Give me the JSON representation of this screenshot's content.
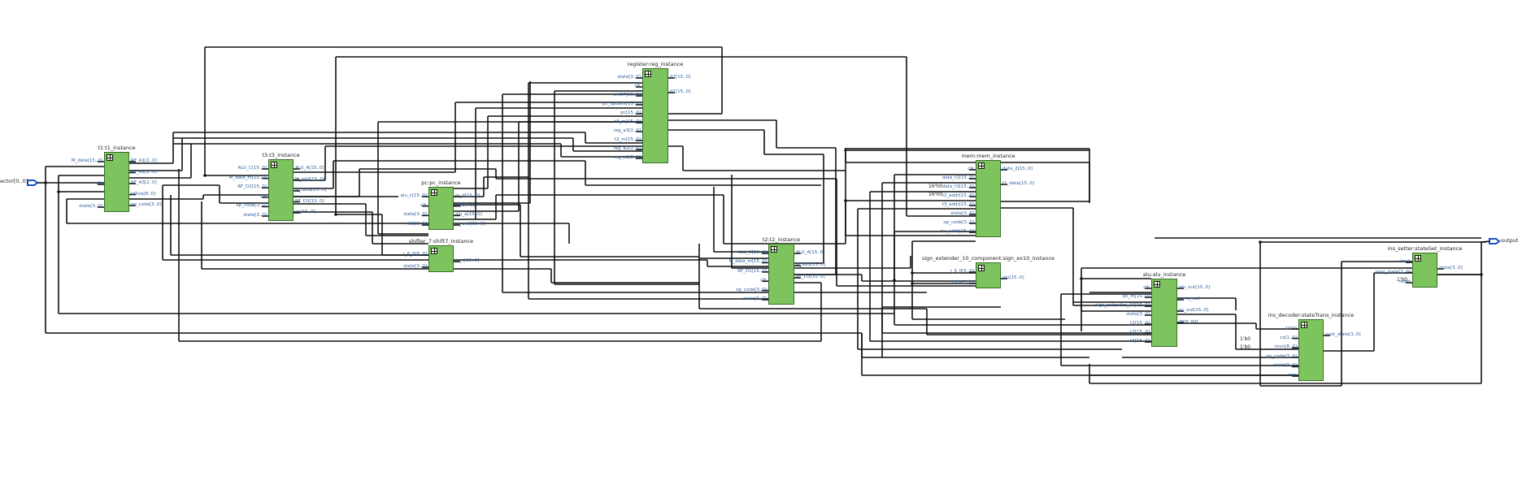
{
  "top_ports": {
    "input_label": "ector[0..0]",
    "output_label": "output"
  },
  "blocks": [
    {
      "id": "t1",
      "title": "t1:t1_instance",
      "inputs": [
        "M_data[15..0]",
        "clk",
        "state[3..0]"
      ],
      "outputs": [
        "RF_A1[2..0]",
        "RF_A2[2..0]",
        "RF_A3[2..0]",
        "tdlive[8..0]",
        "op_code[3..0]"
      ]
    },
    {
      "id": "t3",
      "title": "t3:t3_instance",
      "inputs": [
        "ALU_C[15..0]",
        "M_data_m[15..0]",
        "RF_D2[15..0]",
        "clk",
        "op_code[3..0]",
        "state[3..0]"
      ],
      "outputs": [
        "ALU_A[15..0]",
        "M_add[15..0]",
        "M_data[15..0]",
        "RF_D3[15..0]",
        "pc[15..0]"
      ]
    },
    {
      "id": "pc",
      "title": "pc:pc_instance",
      "inputs": [
        "alu_c[15..0]",
        "clk",
        "state[3..0]",
        "t3[15..0]"
      ],
      "outputs": [
        "m_d[15..0]",
        "t2[15..0]",
        "alu_a[15..0]",
        "m_add[15..0]"
      ]
    },
    {
      "id": "shifter",
      "title": "shifter_7:shift7_instance",
      "inputs": [
        "r_8_0[8..0]",
        "state[3..0]"
      ],
      "outputs": [
        "m_c[15..0]"
      ]
    },
    {
      "id": "reg",
      "title": "register:reg_instance",
      "inputs": [
        "state[3..0]",
        "clk",
        "shift7[15..0]",
        "pc_update[15..0]",
        "pc[15..0]",
        "t3_m[15..0]",
        "reg_a3[2..0]",
        "t2_m[15..0]",
        "reg_a2[2..0]",
        "reg_a1[2..0]"
      ],
      "outputs": [
        "d2[15..0]",
        "d1[15..0]"
      ]
    },
    {
      "id": "t2",
      "title": "t2:t2_instance",
      "inputs": [
        "ALU_C[15..0]",
        "M_data_m[15..0]",
        "RF_D1[15..0]",
        "clk",
        "op_code[3..0]",
        "state[3..0]"
      ],
      "outputs": [
        "ALU_A[15..0]",
        "M_add[15..0]",
        "RF_D3[15..0]"
      ]
    },
    {
      "id": "mem",
      "title": "mem:mem_instance",
      "inputs": [
        "clk",
        "data_t2[15..0]",
        "data_t3[15..0]",
        "t2_addr[15..0]",
        "t3_addr[15..0]",
        "state[3..0]",
        "op_code[3..0]",
        "ins_addr[15..0]"
      ],
      "outputs": [
        "data_2[15..0]",
        "t1_data[15..0]"
      ]
    },
    {
      "id": "sx",
      "title": "sign_extender_10_component:sign_ex10_instance",
      "inputs": [
        "r_5_0[5..0]",
        "state[3..0]"
      ],
      "outputs": [
        "alu[15..0]"
      ]
    },
    {
      "id": "alu",
      "title": "alu:alu_instance",
      "inputs": [
        "clk",
        "pc_m[15..0]",
        "sign_extender_10[15..0]",
        "state[3..0]",
        "t1[15..0]",
        "t2[15..0]",
        "t3[15..0]"
      ],
      "outputs": [
        "alu_out[15..0]",
        "carry_out",
        "pc_out[15..0]",
        "zero_out"
      ]
    },
    {
      "id": "dec",
      "title": "ins_decoder:stateTrans_instance",
      "inputs": [
        "carry",
        "cz[1..0]",
        "imm[8..0]",
        "op_code[3..0]",
        "state[3..0]",
        "zero"
      ],
      "outputs": [
        "next_state[3..0]"
      ]
    },
    {
      "id": "ss",
      "title": "ins_setter:stateSet_instance",
      "inputs": [
        "clock",
        "next_state[3..0]",
        "reset"
      ],
      "outputs": [
        "state[3..0]"
      ]
    }
  ],
  "constants": [
    "16'h0",
    "16'h0",
    "1'h0",
    "1'b0",
    "1'b0"
  ]
}
